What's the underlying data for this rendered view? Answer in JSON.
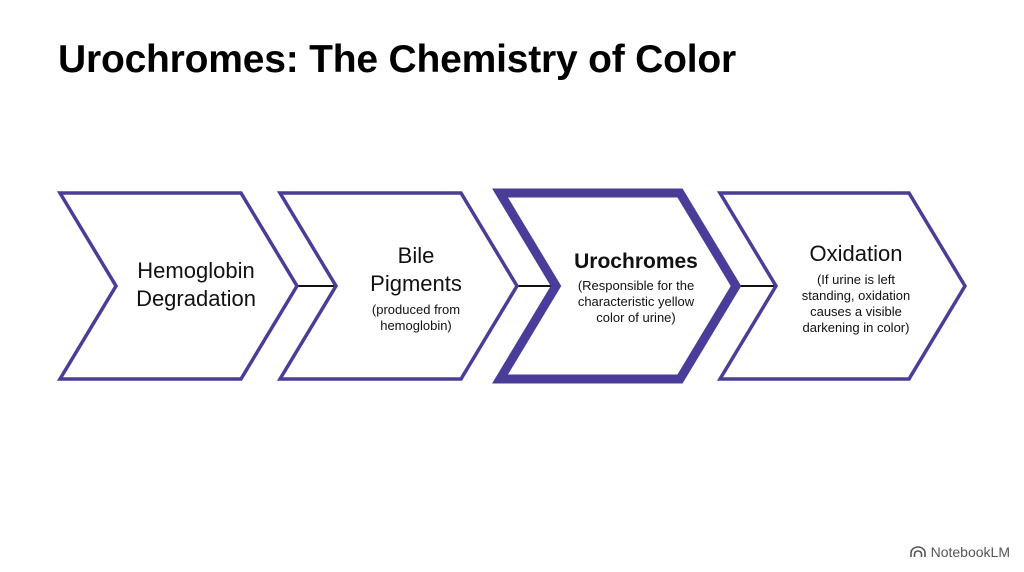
{
  "slide": {
    "title": "Urochromes: The Chemistry of Color"
  },
  "colors": {
    "chevron_stroke": "#4a3d9a",
    "connector": "#111111",
    "background": "#ffffff"
  },
  "steps": [
    {
      "title": "Hemoglobin\nDegradation",
      "subtitle": "",
      "emphasized": false
    },
    {
      "title": "Bile\nPigments",
      "subtitle": "(produced from\nhemoglobin)",
      "emphasized": false
    },
    {
      "title": "Urochromes",
      "subtitle": "(Responsible for the\ncharacteristic yellow\ncolor of urine)",
      "emphasized": true
    },
    {
      "title": "Oxidation",
      "subtitle": "(If urine is left\nstanding, oxidation\ncauses a visible\ndarkening in color)",
      "emphasized": false
    }
  ],
  "brand": {
    "icon": "notebooklm-logo-icon",
    "label": "NotebookLM"
  }
}
